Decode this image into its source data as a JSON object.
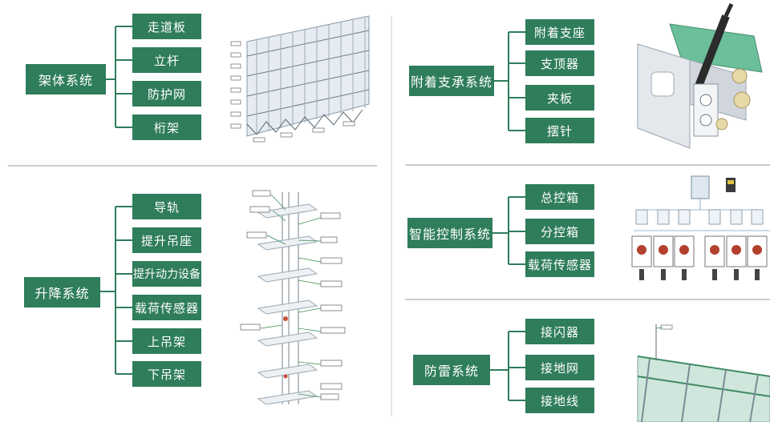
{
  "colors": {
    "box": "#2f7d5b",
    "line": "#2f7d5b",
    "divider": "#bbbbbb"
  },
  "frame": {
    "title": "架体系统",
    "items": [
      "走道板",
      "立杆",
      "防护网",
      "桁架"
    ]
  },
  "lift": {
    "title": "升降系统",
    "items": [
      "导轨",
      "提升吊座",
      "提升动力设备",
      "载荷传感器",
      "上吊架",
      "下吊架"
    ]
  },
  "support": {
    "title": "附着支承系统",
    "items": [
      "附着支座",
      "支顶器",
      "夹板",
      "摆针"
    ]
  },
  "control": {
    "title": "智能控制系统",
    "items": [
      "总控箱",
      "分控箱",
      "载荷传感器"
    ]
  },
  "lightning": {
    "title": "防雷系统",
    "items": [
      "接闪器",
      "接地网",
      "接地线"
    ]
  }
}
